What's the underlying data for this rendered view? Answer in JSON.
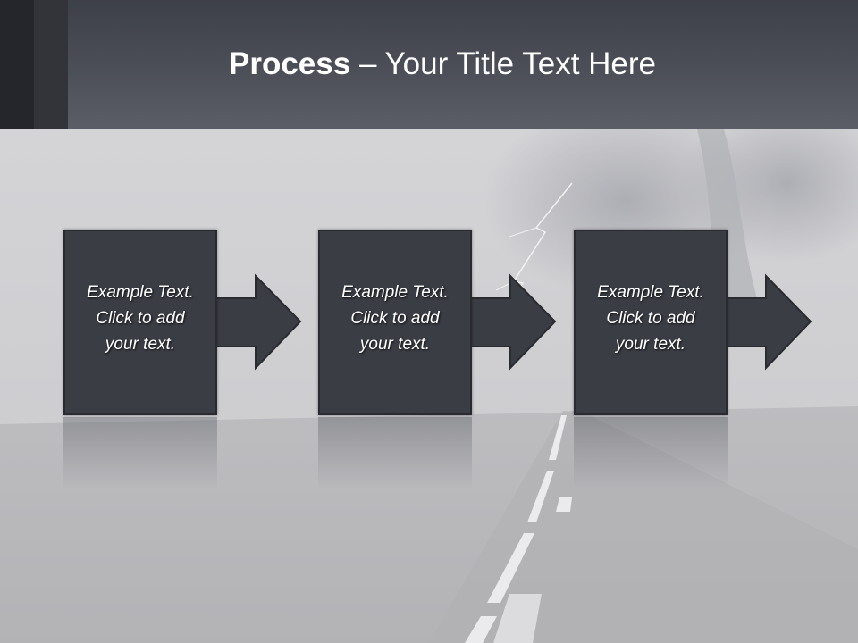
{
  "slide": {
    "title_bold": "Process",
    "title_rest": " – Your Title Text Here",
    "steps": [
      {
        "line1": "Example Text.",
        "line2": "Click  to add",
        "line3": "your text."
      },
      {
        "line1": "Example Text.",
        "line2": "Click  to add",
        "line3": "your text."
      },
      {
        "line1": "Example Text.",
        "line2": "Click  to add",
        "line3": "your text."
      }
    ]
  },
  "colors": {
    "header": "#4c4f58",
    "box_fill": "#3b3d45",
    "text": "#ffffff"
  }
}
